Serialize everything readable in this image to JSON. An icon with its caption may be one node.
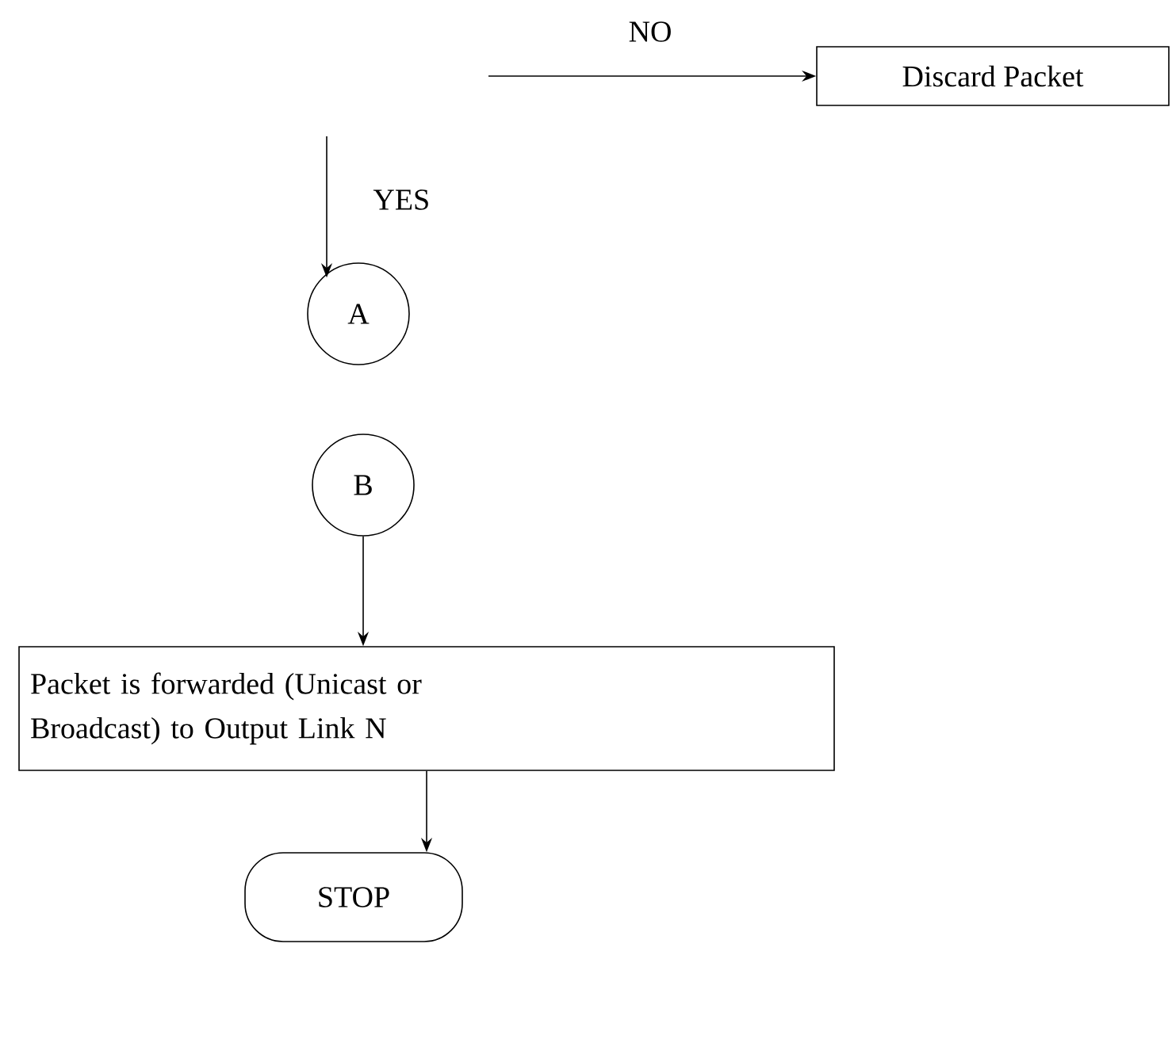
{
  "diagram": {
    "nodes": [
      {
        "text": [
          "Discard Packet"
        ]
      },
      {
        "text": [
          "A"
        ]
      },
      {
        "text": [
          "B"
        ]
      },
      {
        "text": [
          "Packet is forwarded (Unicast or Broadcast) to Output Link N"
        ]
      },
      {
        "text": [
          "STOP"
        ]
      }
    ],
    "edges": [
      {
        "from": null,
        "to": 0,
        "arrow": "to",
        "label": "NO"
      },
      {
        "from": null,
        "to": 1,
        "arrow": "to",
        "label": "YES"
      },
      {
        "from": 2,
        "to": 3,
        "arrow": "to"
      },
      {
        "from": 3,
        "to": 4,
        "arrow": "to"
      }
    ]
  }
}
